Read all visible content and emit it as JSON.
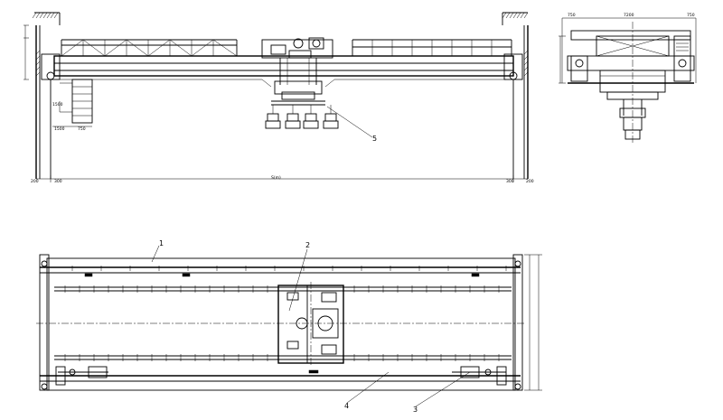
{
  "labels": {
    "part1": "1",
    "part2": "2",
    "part3": "3",
    "part4": "4",
    "part5": "5"
  },
  "dims": {
    "span": "S(m)",
    "left_200": "200",
    "left_300": "300",
    "right_300": "300",
    "right_200": "200",
    "cab_1500": "1500",
    "cab_750": "750",
    "side_750_a": "750",
    "side_750_b": "750",
    "side_top": "7200"
  }
}
